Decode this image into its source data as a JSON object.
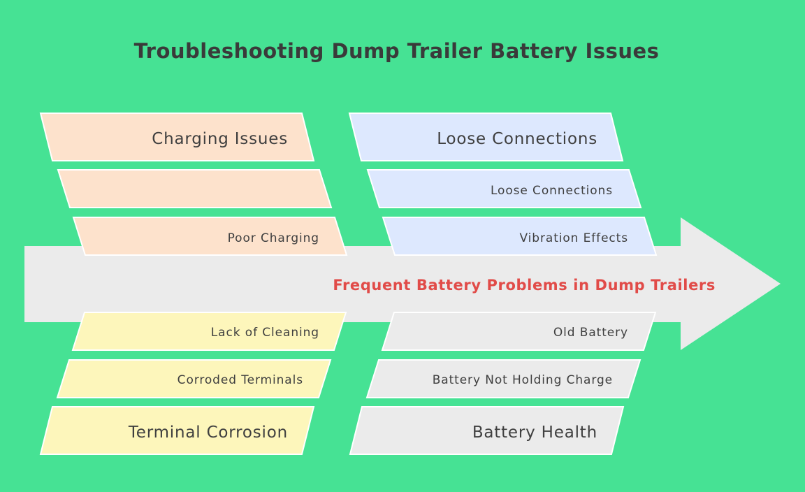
{
  "title": "Troubleshooting Dump Trailer Battery Issues",
  "problem": "Frequent Battery Problems in Dump Trailers",
  "colors": {
    "background": "#46e294",
    "arrow": "#ebebeb",
    "problem_text": "#e14b48",
    "charging": "#fde2cc",
    "connections": "#dde8fe",
    "corrosion": "#fdf6bb",
    "health": "#ebebeb"
  },
  "categories": [
    {
      "id": "charging",
      "name": "Charging Issues",
      "position": "top-left",
      "causes": [
        "",
        "Poor Charging"
      ]
    },
    {
      "id": "connections",
      "name": "Loose Connections",
      "position": "top-right",
      "causes": [
        "Loose Connections",
        "Vibration Effects"
      ]
    },
    {
      "id": "corrosion",
      "name": "Terminal Corrosion",
      "position": "bottom-left",
      "causes": [
        "Lack of Cleaning",
        "Corroded Terminals"
      ]
    },
    {
      "id": "health",
      "name": "Battery Health",
      "position": "bottom-right",
      "causes": [
        "Old Battery",
        "Battery Not Holding Charge"
      ]
    }
  ]
}
